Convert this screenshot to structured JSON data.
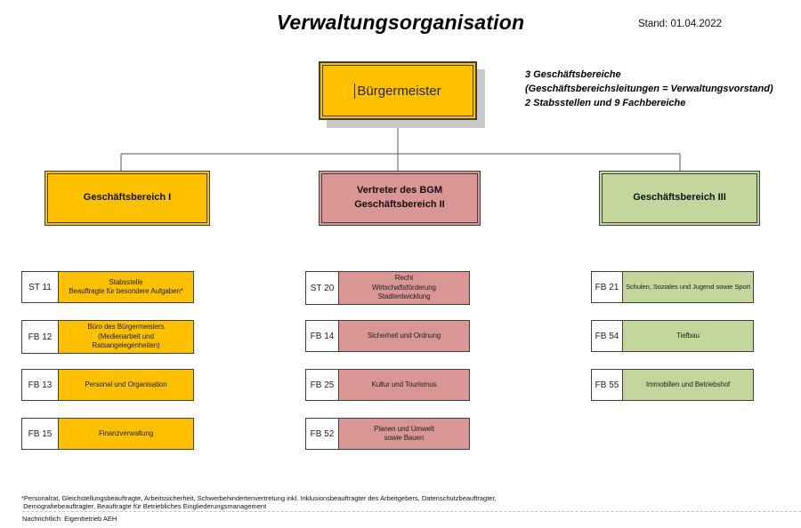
{
  "header": {
    "title": "Verwaltungsorganisation",
    "stand": "Stand: 01.04.2022"
  },
  "root_box": {
    "label": "Bürgermeister"
  },
  "info_note": "3 Geschäftsbereiche\n(Geschäftsbereichsleitungen = Verwaltungsvorstand)\n2 Stabsstellen und 9 Fachbereiche",
  "colors": {
    "orange": "#FFC000",
    "pink": "#D99694",
    "green": "#C3D69B",
    "border": "#3f3f3f",
    "connector": "#595959",
    "shadow": "#c9c9c9"
  },
  "branches": [
    {
      "label": "Geschäftsbereich I",
      "color": "#FFC000",
      "rows": [
        {
          "code": "ST 11",
          "label": "Stabsstelle\nBeauftragte für besondere Aufgaben*"
        },
        {
          "code": "FB 12",
          "label": "Büro des Bürgermeisters\n(Medienarbeit und\nRatsangelegenheiten)"
        },
        {
          "code": "FB 13",
          "label": "Personal und Organisation"
        },
        {
          "code": "FB 15",
          "label": "Finanzverwaltung"
        }
      ]
    },
    {
      "label": "Vertreter des BGM\nGeschäftsbereich II",
      "color": "#D99694",
      "rows": [
        {
          "code": "ST 20",
          "label": "Recht\nWirtschaftsförderung\nStadtentwicklung"
        },
        {
          "code": "FB 14",
          "label": "Sicherheit und Ordnung"
        },
        {
          "code": "FB 25",
          "label": "Kultur und Tourismus"
        },
        {
          "code": "FB 52",
          "label": "Planen und Umwelt\nsowie Bauen"
        }
      ]
    },
    {
      "label": "Geschäftsbereich III",
      "color": "#C3D69B",
      "rows": [
        {
          "code": "FB 21",
          "label": "Schulen, Soziales und Jugend sowie Sport"
        },
        {
          "code": "FB 54",
          "label": "Tiefbau"
        },
        {
          "code": "FB 55",
          "label": "Immobilien und Betriebshof"
        }
      ]
    }
  ],
  "footnote": "*Personalrat, Gleichstellungsbeauftragte, Arbeitssicherheit, Schwerbehindertenvertretung inkl. Inklusionsbeauftragter des Arbeitgebers, Datenschutzbeauftragter,\n Demografiebeauftragter, Beauftragte für Betriebliches Eingliederungsmanagement",
  "nachrichtlich": "Nachrichtlich: Eigenbetrieb AEH"
}
